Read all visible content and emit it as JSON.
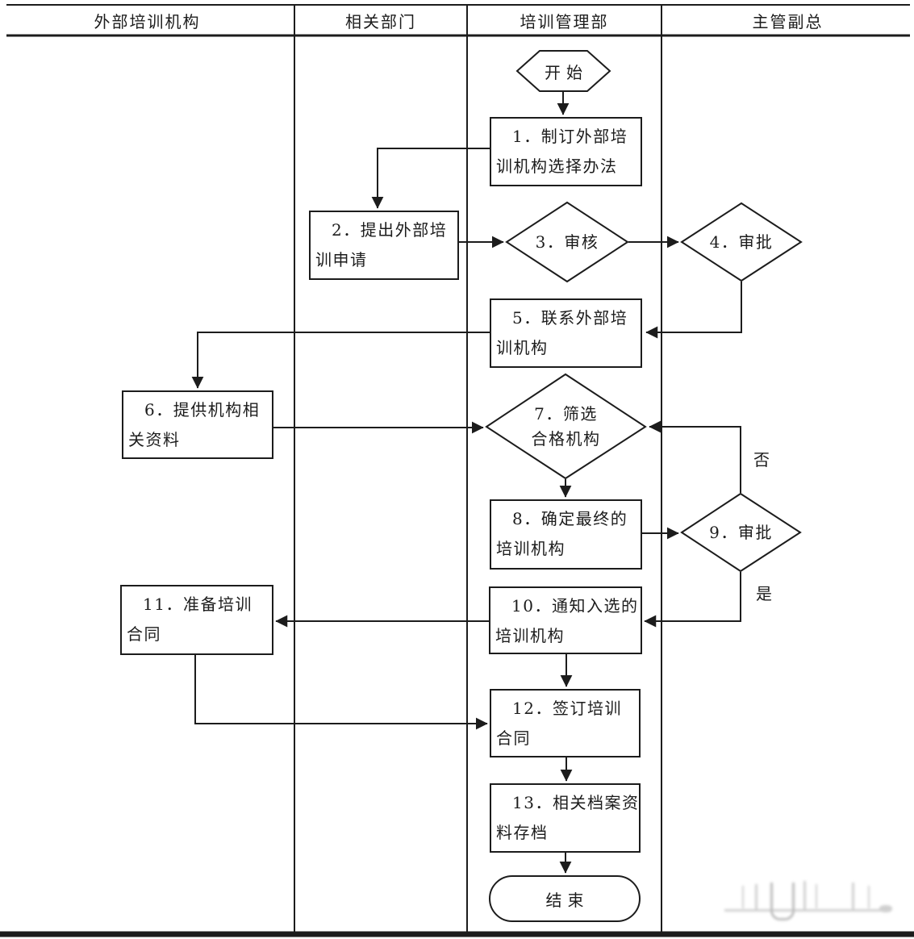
{
  "lanes": [
    {
      "label": "外部培训机构"
    },
    {
      "label": "相关部门"
    },
    {
      "label": "培训管理部"
    },
    {
      "label": "主管副总"
    }
  ],
  "nodes": {
    "start": {
      "label": "开始"
    },
    "n1": {
      "lines": [
        "1．制订外部培",
        "训机构选择办法"
      ]
    },
    "n2": {
      "lines": [
        "2．提出外部培",
        "训申请"
      ]
    },
    "n3": {
      "label": "3．审核"
    },
    "n4": {
      "label": "4．审批"
    },
    "n5": {
      "lines": [
        "5．联系外部培",
        "训机构"
      ]
    },
    "n6": {
      "lines": [
        "6．提供机构相",
        "关资料"
      ]
    },
    "n7": {
      "lines": [
        "7．筛选",
        "合格机构"
      ]
    },
    "n8": {
      "lines": [
        "8．确定最终的",
        "培训机构"
      ]
    },
    "n9": {
      "label": "9．审批"
    },
    "n10": {
      "lines": [
        "10．通知入选的",
        "培训机构"
      ]
    },
    "n11": {
      "lines": [
        "11．准备培训",
        "合同"
      ]
    },
    "n12": {
      "lines": [
        "12．签订培训",
        "合同"
      ]
    },
    "n13": {
      "lines": [
        "13．相关档案资",
        "料存档"
      ]
    },
    "end": {
      "label": "结束"
    }
  },
  "edge_labels": {
    "no": "否",
    "yes": "是"
  },
  "colors": {
    "line": "#1c1c1c",
    "background": "#ffffff",
    "text": "#1c1c1c"
  }
}
